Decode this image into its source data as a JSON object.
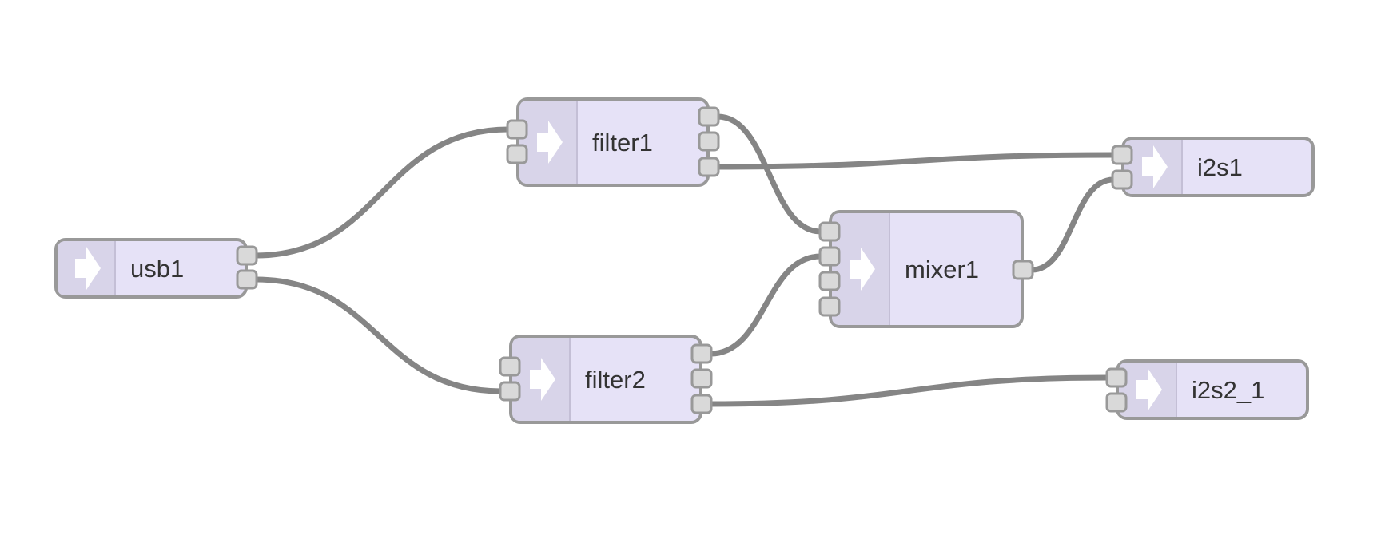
{
  "colors": {
    "node_fill": "#e6e2f7",
    "node_icon_fill": "#d8d4e9",
    "node_border": "#999999",
    "port_fill": "#d9d9d9",
    "wire": "#858585",
    "label": "#333333"
  },
  "nodes": [
    {
      "id": "usb1",
      "label": "usb1",
      "icon": "arrow-right-icon",
      "inputs": 0,
      "outputs": 2
    },
    {
      "id": "filter1",
      "label": "filter1",
      "icon": "arrow-right-icon",
      "inputs": 2,
      "outputs": 3
    },
    {
      "id": "filter2",
      "label": "filter2",
      "icon": "arrow-right-icon",
      "inputs": 2,
      "outputs": 3
    },
    {
      "id": "mixer1",
      "label": "mixer1",
      "icon": "arrow-right-icon",
      "inputs": 4,
      "outputs": 1
    },
    {
      "id": "i2s1",
      "label": "i2s1",
      "icon": "arrow-right-icon",
      "inputs": 2,
      "outputs": 0
    },
    {
      "id": "i2s2_1",
      "label": "i2s2_1",
      "icon": "arrow-right-icon",
      "inputs": 2,
      "outputs": 0
    }
  ],
  "connections": [
    {
      "from": "usb1",
      "from_port": 0,
      "to": "filter1",
      "to_port": 0
    },
    {
      "from": "usb1",
      "from_port": 1,
      "to": "filter2",
      "to_port": 1
    },
    {
      "from": "filter1",
      "from_port": 0,
      "to": "mixer1",
      "to_port": 0
    },
    {
      "from": "filter1",
      "from_port": 2,
      "to": "i2s1",
      "to_port": 0
    },
    {
      "from": "filter2",
      "from_port": 0,
      "to": "mixer1",
      "to_port": 1
    },
    {
      "from": "filter2",
      "from_port": 2,
      "to": "i2s2_1",
      "to_port": 0
    },
    {
      "from": "mixer1",
      "from_port": 0,
      "to": "i2s1",
      "to_port": 1
    }
  ]
}
